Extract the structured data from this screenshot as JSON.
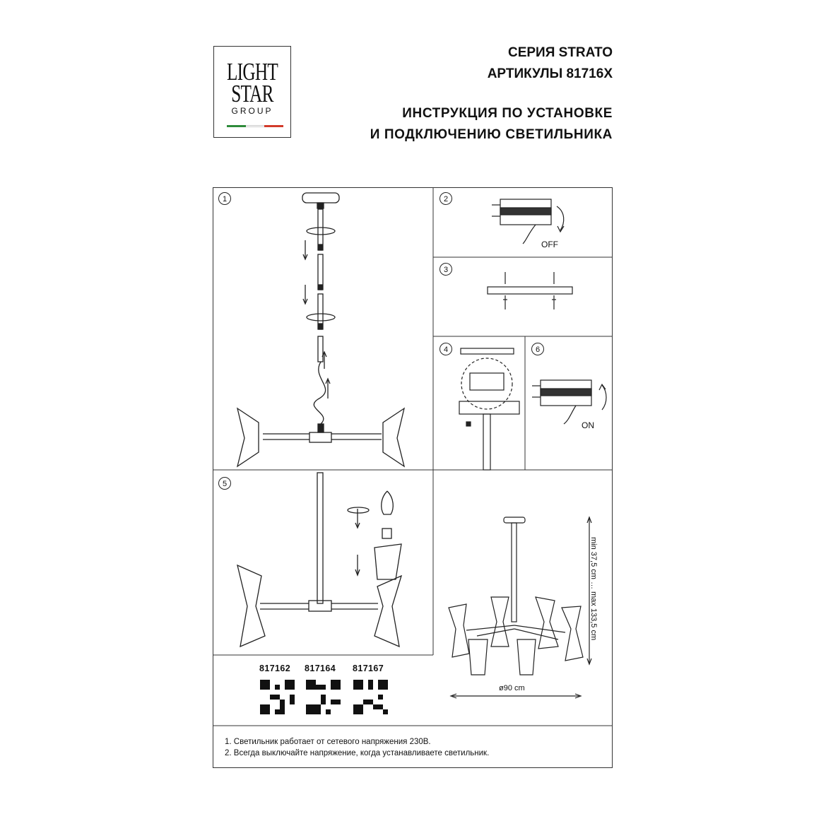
{
  "logo": {
    "line1": "LIGHT",
    "line2": "STAR",
    "line3": "GROUP",
    "flag_colors": [
      "#2e8b3a",
      "#ffffff",
      "#d23a2a"
    ]
  },
  "header": {
    "series": "СЕРИЯ STRATO",
    "articles": "АРТИКУЛЫ 81716X",
    "title1": "ИНСТРУКЦИЯ ПО УСТАНОВКЕ",
    "title2": "И ПОДКЛЮЧЕНИЮ СВЕТИЛЬНИКА"
  },
  "steps": {
    "s1": "1",
    "s2": "2",
    "s3": "3",
    "s4": "4",
    "s5": "5",
    "s6": "6",
    "off_label": "OFF",
    "on_label": "ON"
  },
  "dimensions": {
    "height": "min 37,5 cm … max 133,5 cm",
    "diameter": "ø90 cm"
  },
  "articles_list": [
    "817162",
    "817164",
    "817167"
  ],
  "notes": [
    "1. Светильник работает от сетевого напряжения 230В.",
    "2. Всегда выключайте напряжение, когда устанавливаете светильник."
  ]
}
